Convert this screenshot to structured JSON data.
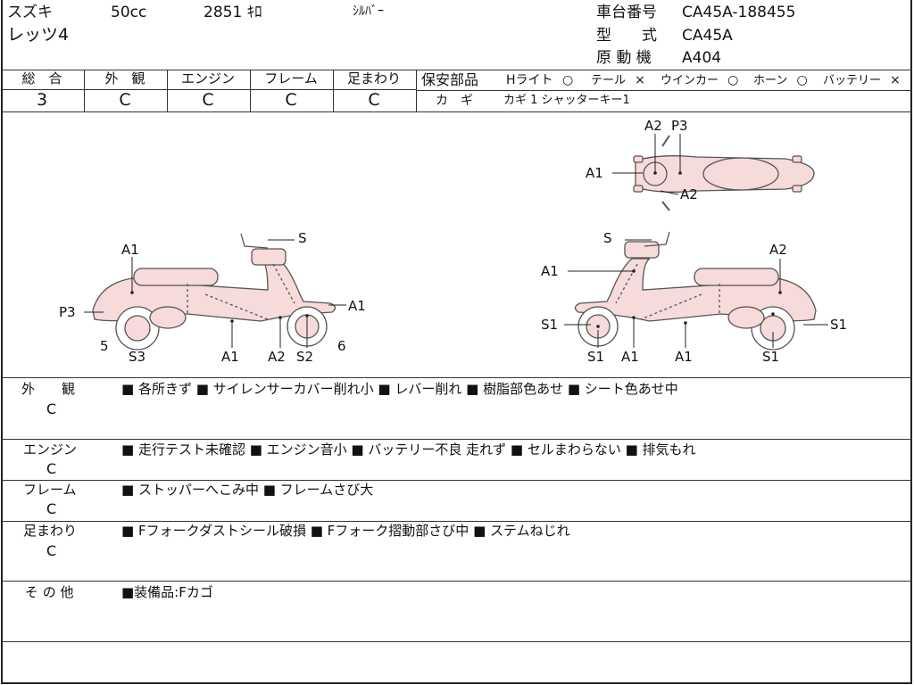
{
  "header": {
    "maker": "スズキ",
    "displacement": "50cc",
    "mileage": "2851 ｷﾛ",
    "color": "ｼﾙﾊﾞｰ",
    "model_name": "レッツ4",
    "frame_label": "車台番号",
    "frame_value": "CA45A-188455",
    "type_label": "型　　式",
    "type_value": "CA45A",
    "engine_label": "原 動 機",
    "engine_value": "A404"
  },
  "grades": {
    "headers": [
      "総　合",
      "外　観",
      "エンジン",
      "フレーム",
      "足まわり"
    ],
    "values": [
      "3",
      "C",
      "C",
      "C",
      "C"
    ]
  },
  "safety": {
    "label": "保安部品",
    "items": [
      {
        "name": "Hライト",
        "mark": "○"
      },
      {
        "name": "テール",
        "mark": "×"
      },
      {
        "name": "ウインカー",
        "mark": "○"
      },
      {
        "name": "ホーン",
        "mark": "○"
      },
      {
        "name": "バッテリー",
        "mark": "×"
      }
    ],
    "key_label": "カ　ギ",
    "key_value": "カギ 1 シャッターキー1"
  },
  "diagram": {
    "left": {
      "A1_top": "A1",
      "P3": "P3",
      "S": "S",
      "A1_right": "A1",
      "n5": "5",
      "S3": "S3",
      "A1_bot": "A1",
      "A2": "A2",
      "S2": "S2",
      "n6": "6"
    },
    "right": {
      "S": "S",
      "A2_top": "A2",
      "A1_left": "A1",
      "S1_left": "S1",
      "S1_right": "S1",
      "S1_bot_a": "S1",
      "A1_bot_a": "A1",
      "A1_bot_b": "A1",
      "S1_bot_b": "S1"
    },
    "top": {
      "A2": "A2",
      "P3": "P3",
      "A1": "A1",
      "A2_lower": "A2"
    }
  },
  "sections": [
    {
      "label": "外　　観",
      "grade": "C",
      "items": "■ 各所きず ■ サイレンサーカバー削れ小 ■ レバー削れ ■ 樹脂部色あせ ■ シート色あせ中"
    },
    {
      "label": "エンジン",
      "grade": "C",
      "items": "■ 走行テスト未確認 ■ エンジン音小 ■ バッテリー不良 走れず ■ セルまわらない ■ 排気もれ"
    },
    {
      "label": "フレーム",
      "grade": "C",
      "items": "■ ストッパーへこみ中 ■ フレームさび大"
    },
    {
      "label": "足まわり",
      "grade": "C",
      "items": "■ Fフォークダストシール破損 ■ Fフォーク摺動部さび中 ■ ステムねじれ"
    },
    {
      "label": "そ の 他",
      "grade": "",
      "items": "■装備品:Fカゴ"
    }
  ]
}
